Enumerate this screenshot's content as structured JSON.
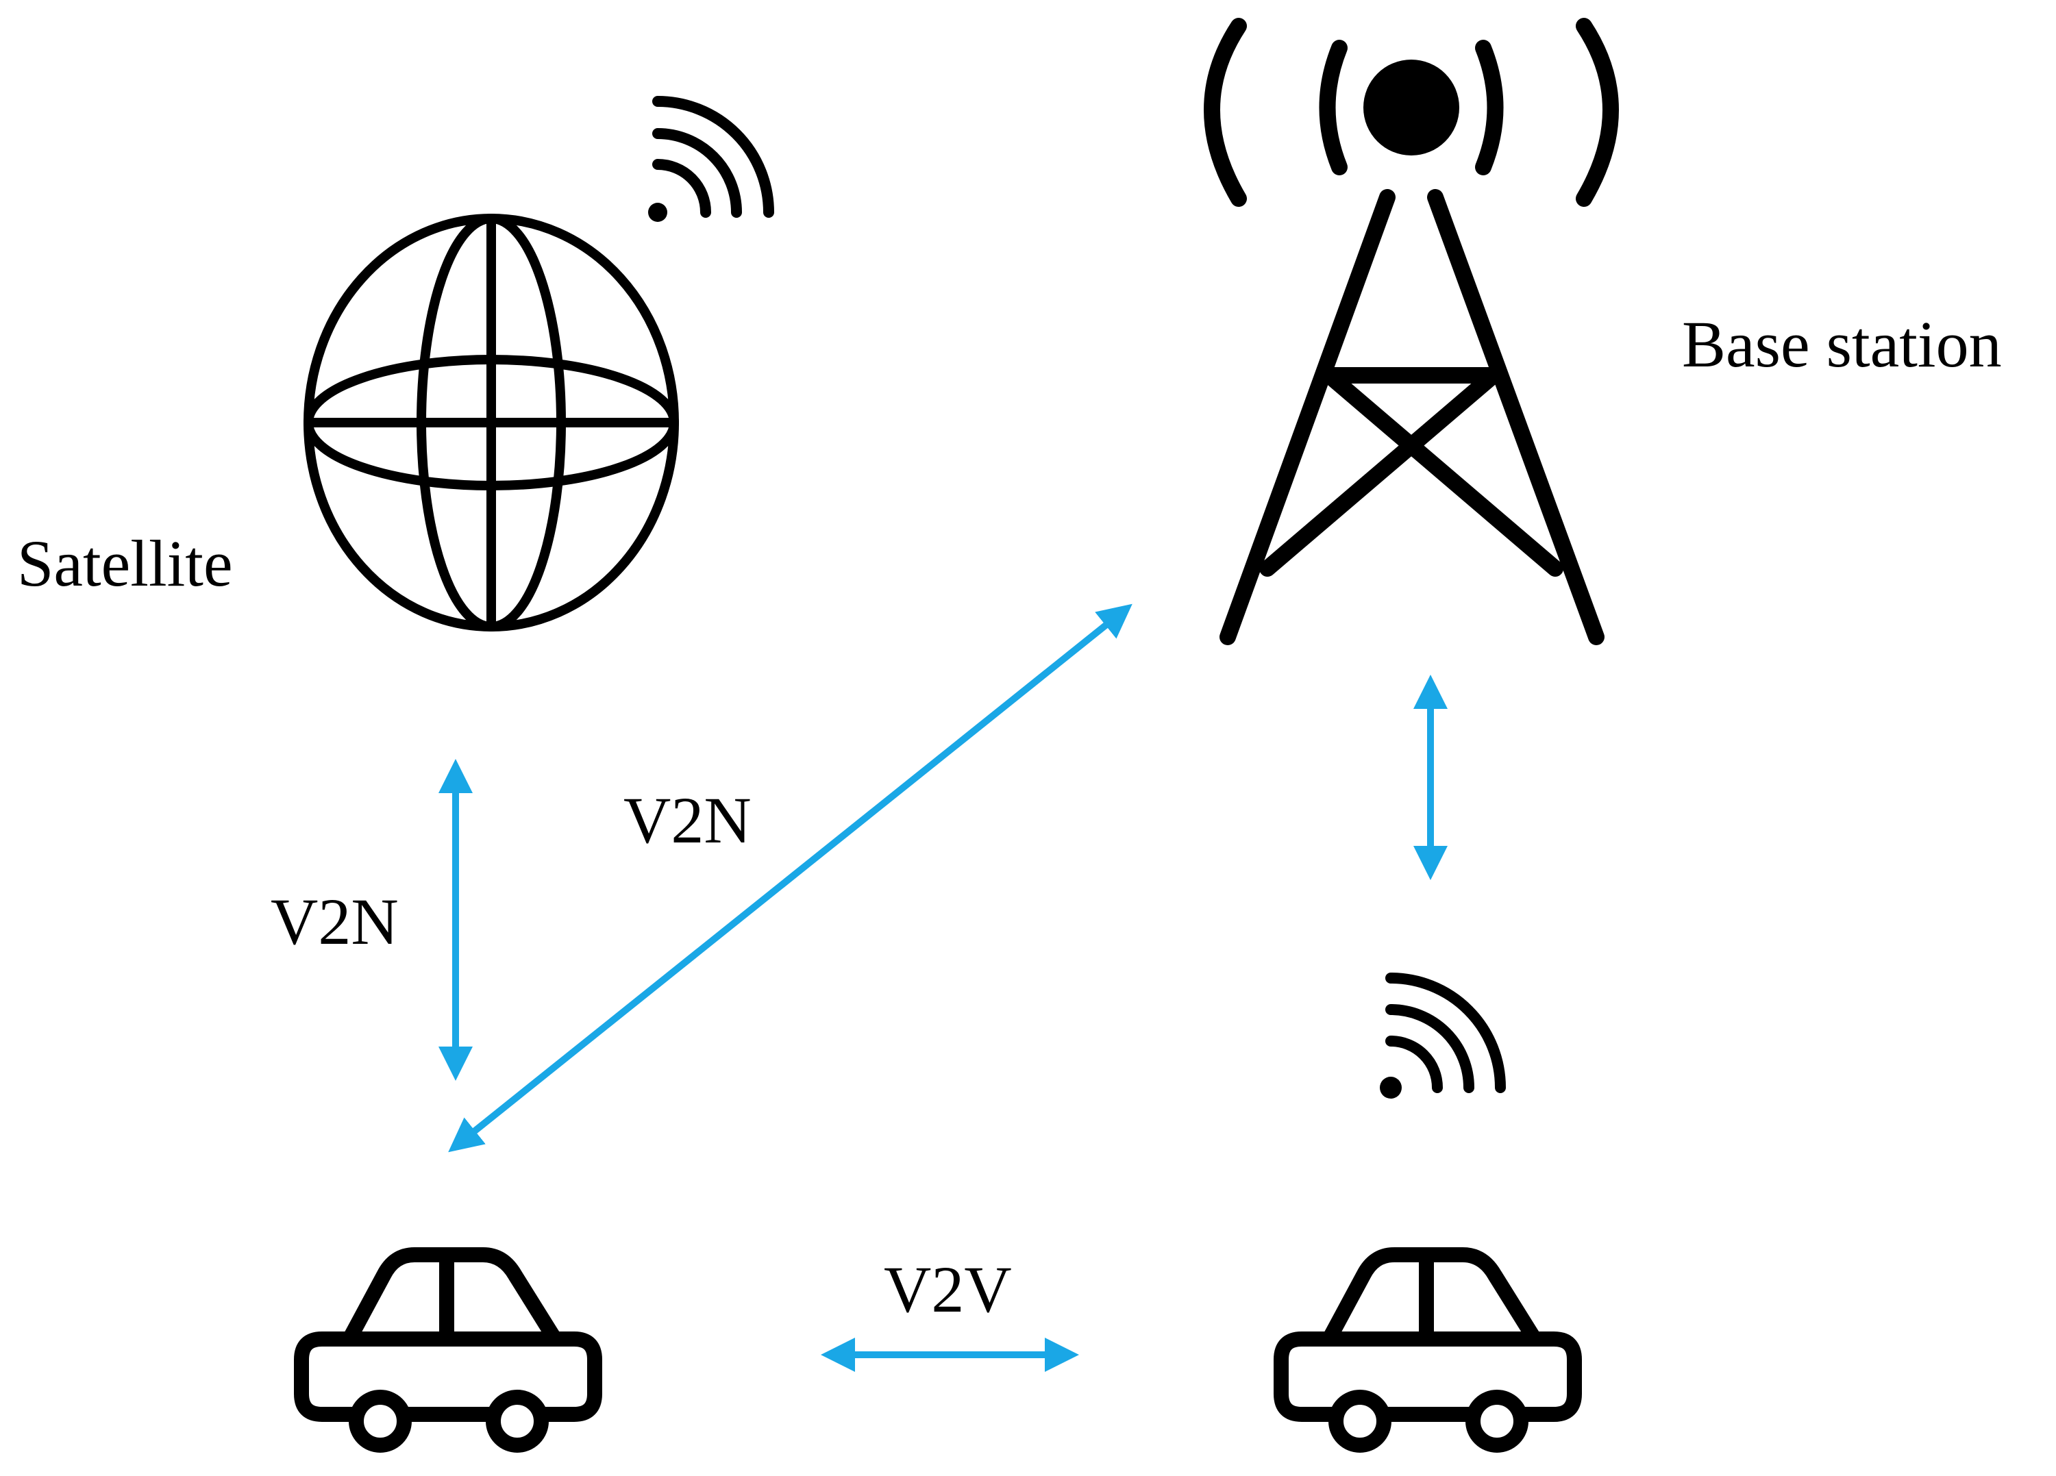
{
  "labels": {
    "satellite": "Satellite",
    "base_station": "Base station",
    "v2n_vertical": "V2N",
    "v2n_diagonal": "V2N",
    "v2v": "V2V"
  },
  "colors": {
    "arrow": "#1aa7e6",
    "icon": "#000000"
  },
  "icons": [
    "globe-icon",
    "wifi-signal-icon",
    "cell-tower-icon",
    "car-icon"
  ]
}
